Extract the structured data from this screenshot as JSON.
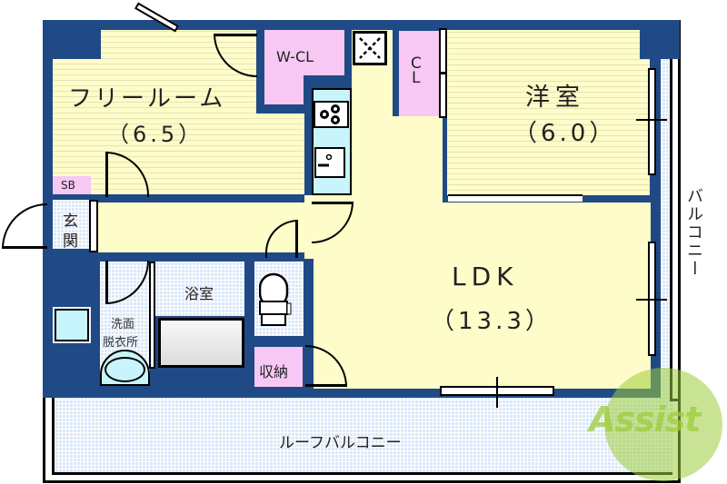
{
  "floor_plan": {
    "rooms": {
      "free_room": {
        "name": "フリールーム",
        "size": "（6.5）"
      },
      "western_room": {
        "name": "洋室",
        "size": "（6.0）"
      },
      "ldk": {
        "name": "LDK",
        "size": "（13.3）"
      },
      "walk_in_closet": {
        "name": "W-CL"
      },
      "closet": {
        "name_line1": "C",
        "name_line2": "L"
      },
      "shoe_box": {
        "name": "SB"
      },
      "entrance": {
        "name_line1": "玄",
        "name_line2": "関"
      },
      "bathroom": {
        "name": "浴室"
      },
      "washroom": {
        "name_line1": "洗面",
        "name_line2": "脱衣所"
      },
      "storage": {
        "name": "収納"
      },
      "balcony": {
        "name": "バルコニー"
      },
      "roof_balcony": {
        "name": "ルーフバルコニー"
      }
    },
    "watermark": {
      "text": "Assist"
    },
    "colors": {
      "wall": "#1f4a86",
      "room": "#fefcc8",
      "closet": "#f7c8f3",
      "tile": "#dce8f8",
      "kitchen": "#c8f4fb",
      "watermark": "#9ccc3c"
    }
  }
}
